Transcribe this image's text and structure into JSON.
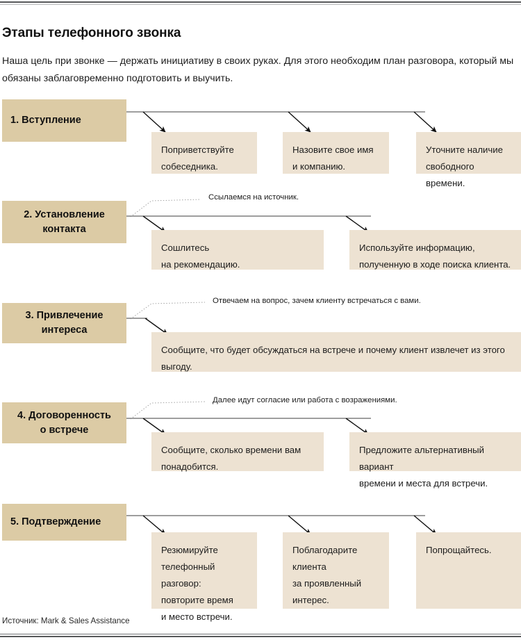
{
  "header": {
    "title": "Этапы телефонного звонка",
    "intro": "Наша цель при звонке — держать инициативу в своих руках. Для этого необходим план разговора, который мы обязаны заблаговременно подготовить и выучить."
  },
  "footer": {
    "source": "Источник: Mark & Sales Assistance"
  },
  "colors": {
    "stage_box": "#dccba5",
    "action_box": "#ede2d2",
    "rule_dark": "#58595b",
    "rule_light": "#b7b9bb",
    "text": "#1c1c1c",
    "connector": "#111111"
  },
  "stages": [
    {
      "label": "1. Вступление",
      "note": "",
      "actions": [
        "Поприветствуйте\nсобеседника.",
        "Назовите свое имя\nи компанию.",
        "Уточните наличие\nсвободного времени."
      ]
    },
    {
      "label": "2. Установление\nконтакта",
      "note": "Ссылаемся на источник.",
      "actions": [
        "Сошлитесь\nна рекомендацию.",
        "Используйте информацию,\nполученную в ходе поиска клиента."
      ]
    },
    {
      "label": "3. Привлечение\nинтереса",
      "note": "Отвечаем на вопрос, зачем клиенту встречаться с вами.",
      "actions": [
        "Сообщите, что будет обсуждаться на встрече  и почему клиент извлечет из этого выгоду."
      ]
    },
    {
      "label": "4. Договоренность\nо встрече",
      "note": "Далее идут согласие или работа с возражениями.",
      "actions": [
        "Сообщите, сколько времени вам\nпонадобится.",
        "Предложите альтернативный вариант\nвремени и места для встречи."
      ]
    },
    {
      "label": "5. Подтверждение",
      "note": "",
      "actions": [
        "Резюмируйте\nтелефонный\nразговор:\nповторите время\nи место встречи.",
        "Поблагодарите\nклиента\nза проявленный\nинтерес.",
        "Попрощайтесь."
      ]
    }
  ]
}
